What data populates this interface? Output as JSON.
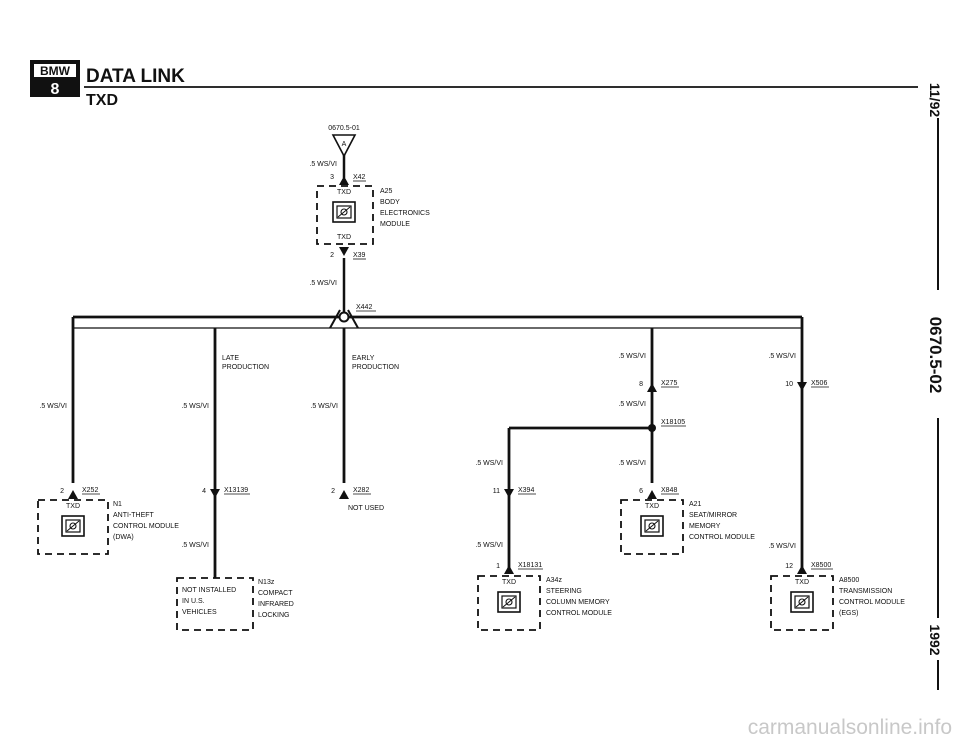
{
  "header": {
    "logo_top": "BMW",
    "logo_bottom": "8",
    "title": "DATA LINK",
    "subtitle": "TXD"
  },
  "margin": {
    "date": "11/92",
    "doc_number": "0670.5-02",
    "year": "1992"
  },
  "top": {
    "ref": "0670.5-01",
    "connector_label": "A",
    "wire_a": ".5 WS/VI",
    "pin_x42": "3",
    "conn_x42": "X42",
    "txd_in": "TXD",
    "txd_out": "TXD",
    "pin_x39": "2",
    "conn_x39": "X39",
    "wire_b": ".5 WS/VI",
    "splice": "X442"
  },
  "a25": {
    "id": "A25",
    "line1": "BODY",
    "line2": "ELECTRONICS",
    "line3": "MODULE"
  },
  "labels": {
    "late": [
      "LATE",
      "PRODUCTION"
    ],
    "early": [
      "EARLY",
      "PRODUCTION"
    ],
    "not_used": "NOT USED"
  },
  "branch_n1": {
    "wire": ".5 WS/VI",
    "pin": "2",
    "conn": "X252",
    "txd": "TXD",
    "id": "N1",
    "line1": "ANTI-THEFT",
    "line2": "CONTROL MODULE",
    "line3": "(DWA)"
  },
  "branch_n13": {
    "wire_a": ".5 WS/VI",
    "pin": "4",
    "conn": "X13139",
    "wire_b": ".5 WS/VI",
    "id": "N13z",
    "left1": "NOT INSTALLED",
    "left2": "IN U.S.",
    "left3": "VEHICLES",
    "right1": "COMPACT",
    "right2": "INFRARED",
    "right3": "LOCKING"
  },
  "branch_x282": {
    "wire": ".5 WS/VI",
    "pin": "2",
    "conn": "X282"
  },
  "branch_a34": {
    "wire_a": ".5 WS/VI",
    "pin_x394": "11",
    "conn_x394": "X394",
    "wire_b": ".5 WS/VI",
    "pin_x18131": "1",
    "conn_x18131": "X18131",
    "txd": "TXD",
    "id": "A34z",
    "line1": "STEERING",
    "line2": "COLUMN MEMORY",
    "line3": "CONTROL MODULE"
  },
  "branch_a21": {
    "wire_a": ".5 WS/VI",
    "pin_x275": "8",
    "conn_x275": "X275",
    "wire_b": ".5 WS/VI",
    "splice": "X18105",
    "wire_c": ".5 WS/VI",
    "pin_x848": "6",
    "conn_x848": "X848",
    "txd": "TXD",
    "id": "A21",
    "line1": "SEAT/MIRROR",
    "line2": "MEMORY",
    "line3": "CONTROL MODULE"
  },
  "branch_a8500": {
    "wire_a": ".5 WS/VI",
    "pin_x506": "10",
    "conn_x506": "X506",
    "wire_b": ".5 WS/VI",
    "pin_x8500": "12",
    "conn_x8500": "X8500",
    "txd": "TXD",
    "id": "A8500",
    "line1": "TRANSMISSION",
    "line2": "CONTROL MODULE",
    "line3": "(EGS)"
  },
  "footer": {
    "watermark": "carmanualsonline.info"
  }
}
